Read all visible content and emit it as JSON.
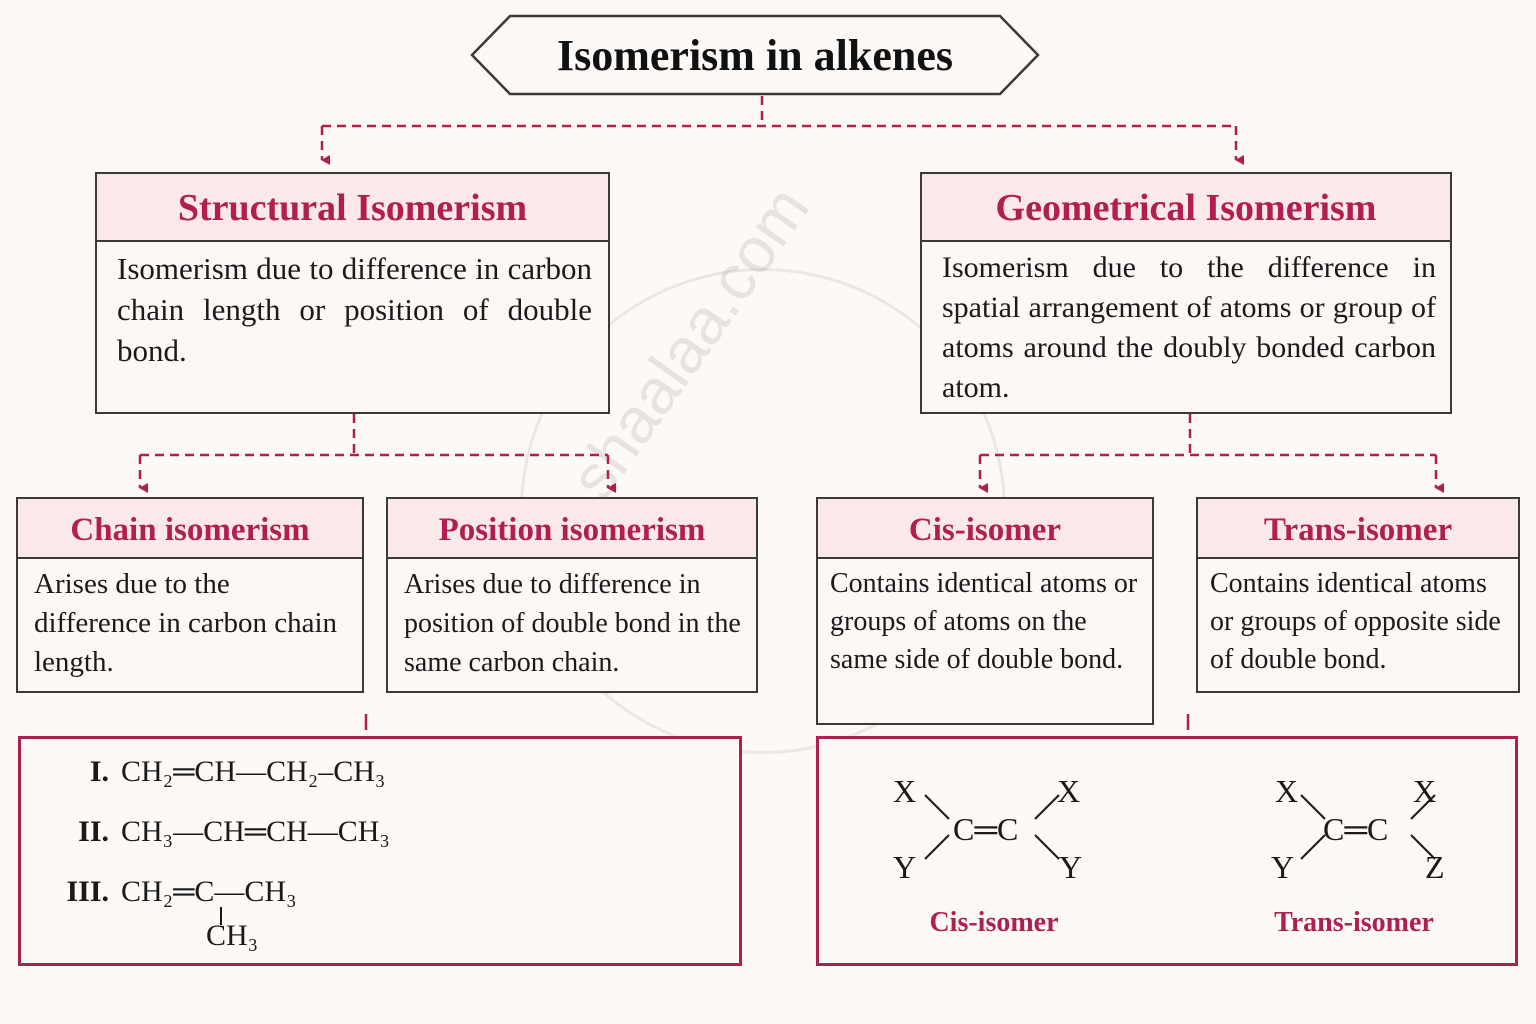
{
  "title": "Isomerism in alkenes",
  "structural": {
    "heading": "Structural Isomerism",
    "description": "Isomerism due to difference in carbon chain length or position of double bond."
  },
  "geometrical": {
    "heading": "Geometrical Isomerism",
    "description": "Isomerism due to the difference in spatial arrangement of atoms or group of atoms around the doubly bonded carbon atom."
  },
  "chain": {
    "heading": "Chain isomerism",
    "description": "Arises due to the difference in carbon chain length."
  },
  "position": {
    "heading": "Position isomerism",
    "description": "Arises due to difference in position of double bond in the same carbon chain."
  },
  "cis": {
    "heading": "Cis-isomer",
    "description": "Contains identical atoms or groups of atoms on the same side of double bond."
  },
  "trans": {
    "heading": "Trans-isomer",
    "description": "Contains identical atoms or groups of opposite side of double bond."
  },
  "examples": {
    "structural": [
      {
        "label": "I.",
        "formula": "CH₂═CH—CH₂–CH₃"
      },
      {
        "label": "II.",
        "formula": "CH₃—CH═CH—CH₃"
      },
      {
        "label": "III.",
        "formula": "CH₂═C—CH₃",
        "branch": "CH₃"
      }
    ],
    "geometrical": {
      "cis": {
        "label": "Cis-isomer",
        "center": "C═C",
        "top_left": "X",
        "top_right": "X",
        "bottom_left": "Y",
        "bottom_right": "Y"
      },
      "trans": {
        "label": "Trans-isomer",
        "center": "C═C",
        "top_left": "X",
        "top_right": "X",
        "bottom_left": "Y",
        "bottom_right": "Z"
      }
    }
  },
  "watermark": "shaalaa.com",
  "colors": {
    "accent": "#b01f50",
    "header_fill": "#fbe9ea",
    "border": "#3a3a3a"
  }
}
